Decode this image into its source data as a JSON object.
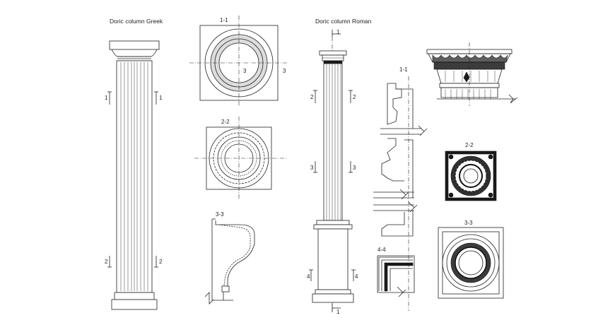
{
  "titles": {
    "greek": "Doric column Greek",
    "roman": "Doric column Roman"
  },
  "section_labels": {
    "greek_plan_1": "1-1",
    "greek_plan_2": "2-2",
    "greek_profile_3": "3-3",
    "roman_side_1": "1-1",
    "roman_cap_2": "2-2",
    "roman_base_3": "3-3",
    "roman_corner_4": "4-4"
  },
  "cut_marks": {
    "one": "1",
    "two": "2",
    "three": "3",
    "four": "4"
  }
}
